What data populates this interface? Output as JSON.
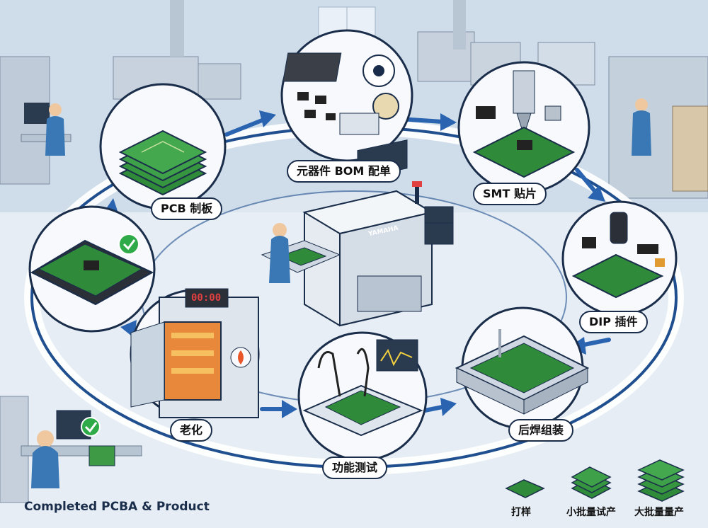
{
  "steps": {
    "bom": "元器件 BOM 配单",
    "smt": "SMT 贴片",
    "dip": "DIP 插件",
    "post_solder": "后焊组装",
    "func_test": "功能测试",
    "aging": "老化",
    "pcb": "PCB 制板"
  },
  "machine": {
    "brand": "YAMAHA",
    "oven_display": "00:00"
  },
  "footer": {
    "completed": "Completed PCBA & Product"
  },
  "legend": {
    "sample": "打样",
    "small_batch": "小批量试产",
    "mass": "大批量量产"
  },
  "colors": {
    "ring": "#1f4f8f",
    "arrow": "#2a64b0",
    "pcb_green": "#2f8a3a",
    "outline": "#1a2d4a",
    "check": "#2faa48"
  }
}
